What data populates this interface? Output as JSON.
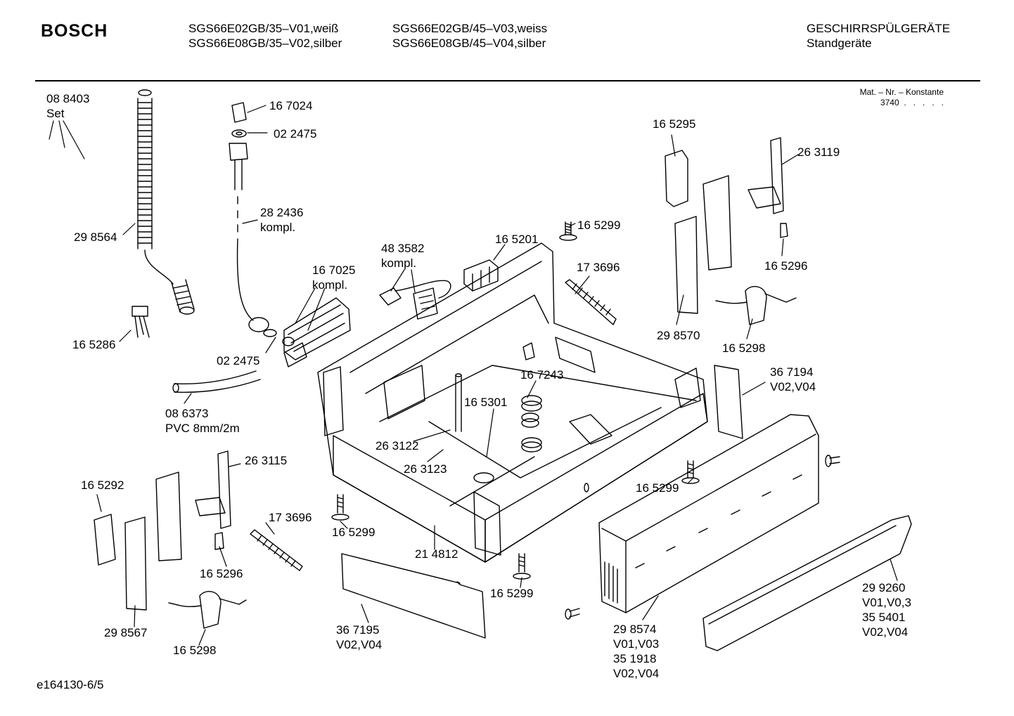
{
  "header": {
    "brand": "BOSCH",
    "models_col1": [
      "SGS66E02GB/35–V01,weiß",
      "SGS66E08GB/35–V02,silber"
    ],
    "models_col2": [
      "SGS66E02GB/45–V03,weiss",
      "SGS66E08GB/45–V04,silber"
    ],
    "category": [
      "GESCHIRRSPÜLGERÄTE",
      "Standgeräte"
    ],
    "mat_label": "Mat. – Nr. – Konstante",
    "mat_value": "3740  .   .   .   .   ."
  },
  "parts": [
    {
      "id": "p1",
      "lines": [
        "08 8403",
        "Set"
      ]
    },
    {
      "id": "p2",
      "lines": [
        "29 8564"
      ]
    },
    {
      "id": "p3",
      "lines": [
        "16 5286"
      ]
    },
    {
      "id": "p4",
      "lines": [
        "16 7024"
      ]
    },
    {
      "id": "p5",
      "lines": [
        "02 2475"
      ]
    },
    {
      "id": "p6",
      "lines": [
        "28 2436",
        "kompl."
      ]
    },
    {
      "id": "p7",
      "lines": [
        "16 7025",
        "kompl."
      ]
    },
    {
      "id": "p8",
      "lines": [
        "02 2475"
      ]
    },
    {
      "id": "p9",
      "lines": [
        "08 6373",
        "PVC 8mm/2m"
      ]
    },
    {
      "id": "p10",
      "lines": [
        "48 3582",
        "kompl."
      ]
    },
    {
      "id": "p11",
      "lines": [
        "16 5201"
      ]
    },
    {
      "id": "p12",
      "lines": [
        "16 5299"
      ]
    },
    {
      "id": "p13",
      "lines": [
        "17 3696"
      ]
    },
    {
      "id": "p14",
      "lines": [
        "16 5295"
      ]
    },
    {
      "id": "p15",
      "lines": [
        "26 3119"
      ]
    },
    {
      "id": "p16",
      "lines": [
        "16 5296"
      ]
    },
    {
      "id": "p17",
      "lines": [
        "29 8570"
      ]
    },
    {
      "id": "p18",
      "lines": [
        "16 5298"
      ]
    },
    {
      "id": "p19",
      "lines": [
        "36 7194",
        "V02,V04"
      ]
    },
    {
      "id": "p20",
      "lines": [
        "16 7243"
      ]
    },
    {
      "id": "p21",
      "lines": [
        "16 5301"
      ]
    },
    {
      "id": "p22",
      "lines": [
        "26 3122"
      ]
    },
    {
      "id": "p23",
      "lines": [
        "26 3123"
      ]
    },
    {
      "id": "p24",
      "lines": [
        "16 5299"
      ]
    },
    {
      "id": "p25",
      "lines": [
        "26 3115"
      ]
    },
    {
      "id": "p26",
      "lines": [
        "16 5292"
      ]
    },
    {
      "id": "p27",
      "lines": [
        "17 3696"
      ]
    },
    {
      "id": "p28",
      "lines": [
        "16 5299"
      ]
    },
    {
      "id": "p29",
      "lines": [
        "16 5296"
      ]
    },
    {
      "id": "p30",
      "lines": [
        "21 4812"
      ]
    },
    {
      "id": "p31",
      "lines": [
        "16 5299"
      ]
    },
    {
      "id": "p32",
      "lines": [
        "29 8567"
      ]
    },
    {
      "id": "p33",
      "lines": [
        "16 5298"
      ]
    },
    {
      "id": "p34",
      "lines": [
        "36 7195",
        "V02,V04"
      ]
    },
    {
      "id": "p35",
      "lines": [
        "29 8574",
        "V01,V03",
        "35 1918",
        "V02,V04"
      ]
    },
    {
      "id": "p36",
      "lines": [
        "29 9260",
        "V01,V0,3",
        "35 5401",
        "V02,V04"
      ]
    }
  ],
  "footer": "e164130-6/5"
}
